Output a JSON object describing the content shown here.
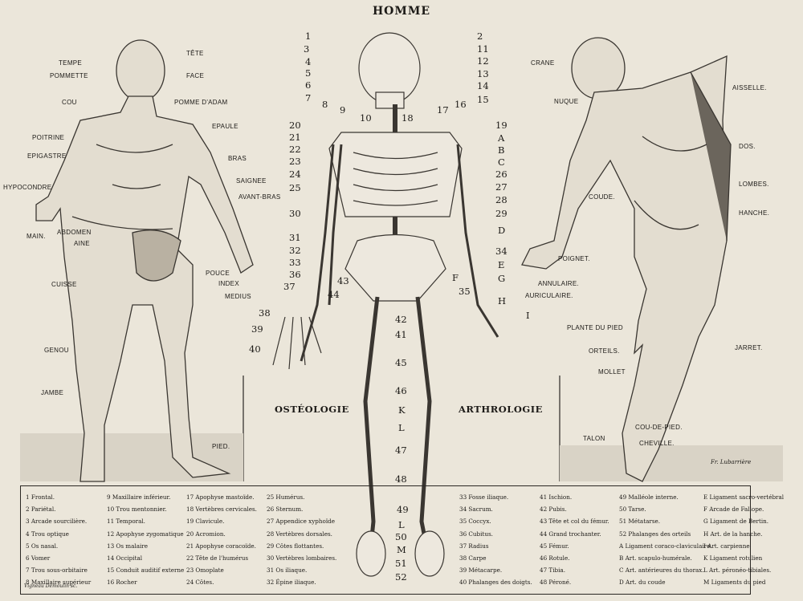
{
  "title": "HOMME",
  "sections": {
    "left": "OSTÉOLOGIE",
    "right": "ARTHROLOGIE"
  },
  "front_figure_labels": [
    "TÊTE",
    "TEMPE",
    "POMMETTE",
    "FACE",
    "COU",
    "POMME D'ADAM",
    "EPAULE",
    "POITRINE",
    "EPIGASTRE",
    "BRAS",
    "SAIGNEE",
    "HYPOCONDRE",
    "AVANT-BRAS",
    "MAIN.",
    "ABDOMEN",
    "AINE",
    "POUCE",
    "INDEX",
    "MEDIUS",
    "CUISSE",
    "GENOU",
    "JAMBE",
    "PIED."
  ],
  "back_figure_labels": [
    "CRANE",
    "NUQUE",
    "AISSELLE.",
    "DOS.",
    "LOMBES.",
    "COUDE.",
    "HANCHE.",
    "POIGNET.",
    "ANNULAIRE.",
    "AURICULAIRE.",
    "PLANTE DU PIED",
    "JARRET.",
    "ORTEILS.",
    "MOLLET",
    "COU-DE-PIED.",
    "TALON",
    "CHEVILLE."
  ],
  "skeleton_callouts": [
    "1",
    "3",
    "4",
    "5",
    "6",
    "7",
    "8",
    "9",
    "10",
    "2",
    "11",
    "12",
    "13",
    "14",
    "15",
    "16",
    "17",
    "18",
    "20",
    "21",
    "22",
    "23",
    "24",
    "25",
    "30",
    "31",
    "32",
    "33",
    "36",
    "37",
    "38",
    "39",
    "40",
    "43",
    "44",
    "19",
    "A",
    "B",
    "C",
    "26",
    "27",
    "28",
    "29",
    "D",
    "34",
    "E",
    "F",
    "G",
    "35",
    "H",
    "I",
    "42",
    "41",
    "45",
    "46",
    "K",
    "L",
    "47",
    "48",
    "49",
    "L",
    "50",
    "M",
    "51",
    "52"
  ],
  "legend": [
    [
      "1 Frontal.",
      "2 Pariétal.",
      "3 Arcade sourcilière.",
      "4 Trou optique",
      "5 Os nasal.",
      "6 Vomer",
      "7 Trou sous-orbitaire",
      "8 Maxillaire supérieur"
    ],
    [
      "9 Maxillaire inférieur.",
      "10 Trou mentonnier.",
      "11 Temporal.",
      "12 Apophyse zygomatique",
      "13 Os malaire",
      "14 Occipital",
      "15 Conduit auditif externe",
      "16 Rocher"
    ],
    [
      "17 Apophyse mastoïde.",
      "18 Vertèbres cervicales.",
      "19 Clavicule.",
      "20 Acromion.",
      "21 Apophyse coracoïde.",
      "22 Tête de l'humérus",
      "23 Omoplate",
      "24 Côtes."
    ],
    [
      "25 Humérus.",
      "26 Sternum.",
      "27 Appendice xyphoïde",
      "28 Vertèbres dorsales.",
      "29 Côtes flottantes.",
      "30 Vertèbres lombaires.",
      "31 Os iliaque.",
      "32 Épine iliaque."
    ],
    [
      "33 Fosse iliaque.",
      "34 Sacrum.",
      "35 Coccyx.",
      "36 Cubitus.",
      "37 Radius",
      "38 Carpe",
      "39 Métacarpe.",
      "40 Phalanges des doigts."
    ],
    [
      "41 Ischion.",
      "42 Pubis.",
      "43 Tête et col du fémur.",
      "44 Grand trochanter.",
      "45 Fémur.",
      "46 Rotule.",
      "47 Tibia.",
      "48 Péroné."
    ],
    [
      "49 Malléole interne.",
      "50 Tarse.",
      "51 Métatarse.",
      "52 Phalanges des orteils",
      "A Ligament coraco-claviculaire.",
      "B Art. scapulo-humérale.",
      "C Art. antérieures du thorax.",
      "D Art. du coude"
    ],
    [
      "E Ligament sacro-vertébral",
      "F Arcade de Fallope.",
      "G Ligament de Bertin.",
      "H Art. de la hanche.",
      "I Art. carpienne",
      "K Ligament rotulien",
      "L Art. péronéo-tibiales.",
      "M Ligaments du pied"
    ]
  ],
  "engraver_credit": "Vigneau Demoulin sc.",
  "artist_signature": "Fr. Lubarrière",
  "colors": {
    "paper": "#ebe6da",
    "ink": "#1c1a17"
  }
}
